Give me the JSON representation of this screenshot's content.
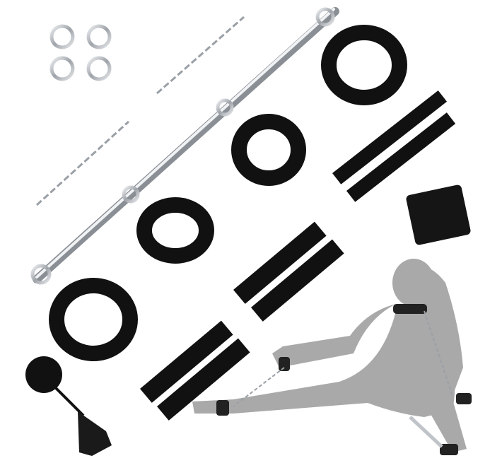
{
  "image": {
    "background": "#ffffff",
    "colors": {
      "metal": "#b8bcc2",
      "metal_highlight": "#eef0f2",
      "strap": "#111111",
      "silhouette": "#a9a9a9"
    },
    "items": [
      "rings",
      "spreader-bar",
      "ankle-cuffs",
      "chains",
      "straps",
      "blindfold",
      "feather-tickler",
      "figure-silhouette"
    ]
  }
}
